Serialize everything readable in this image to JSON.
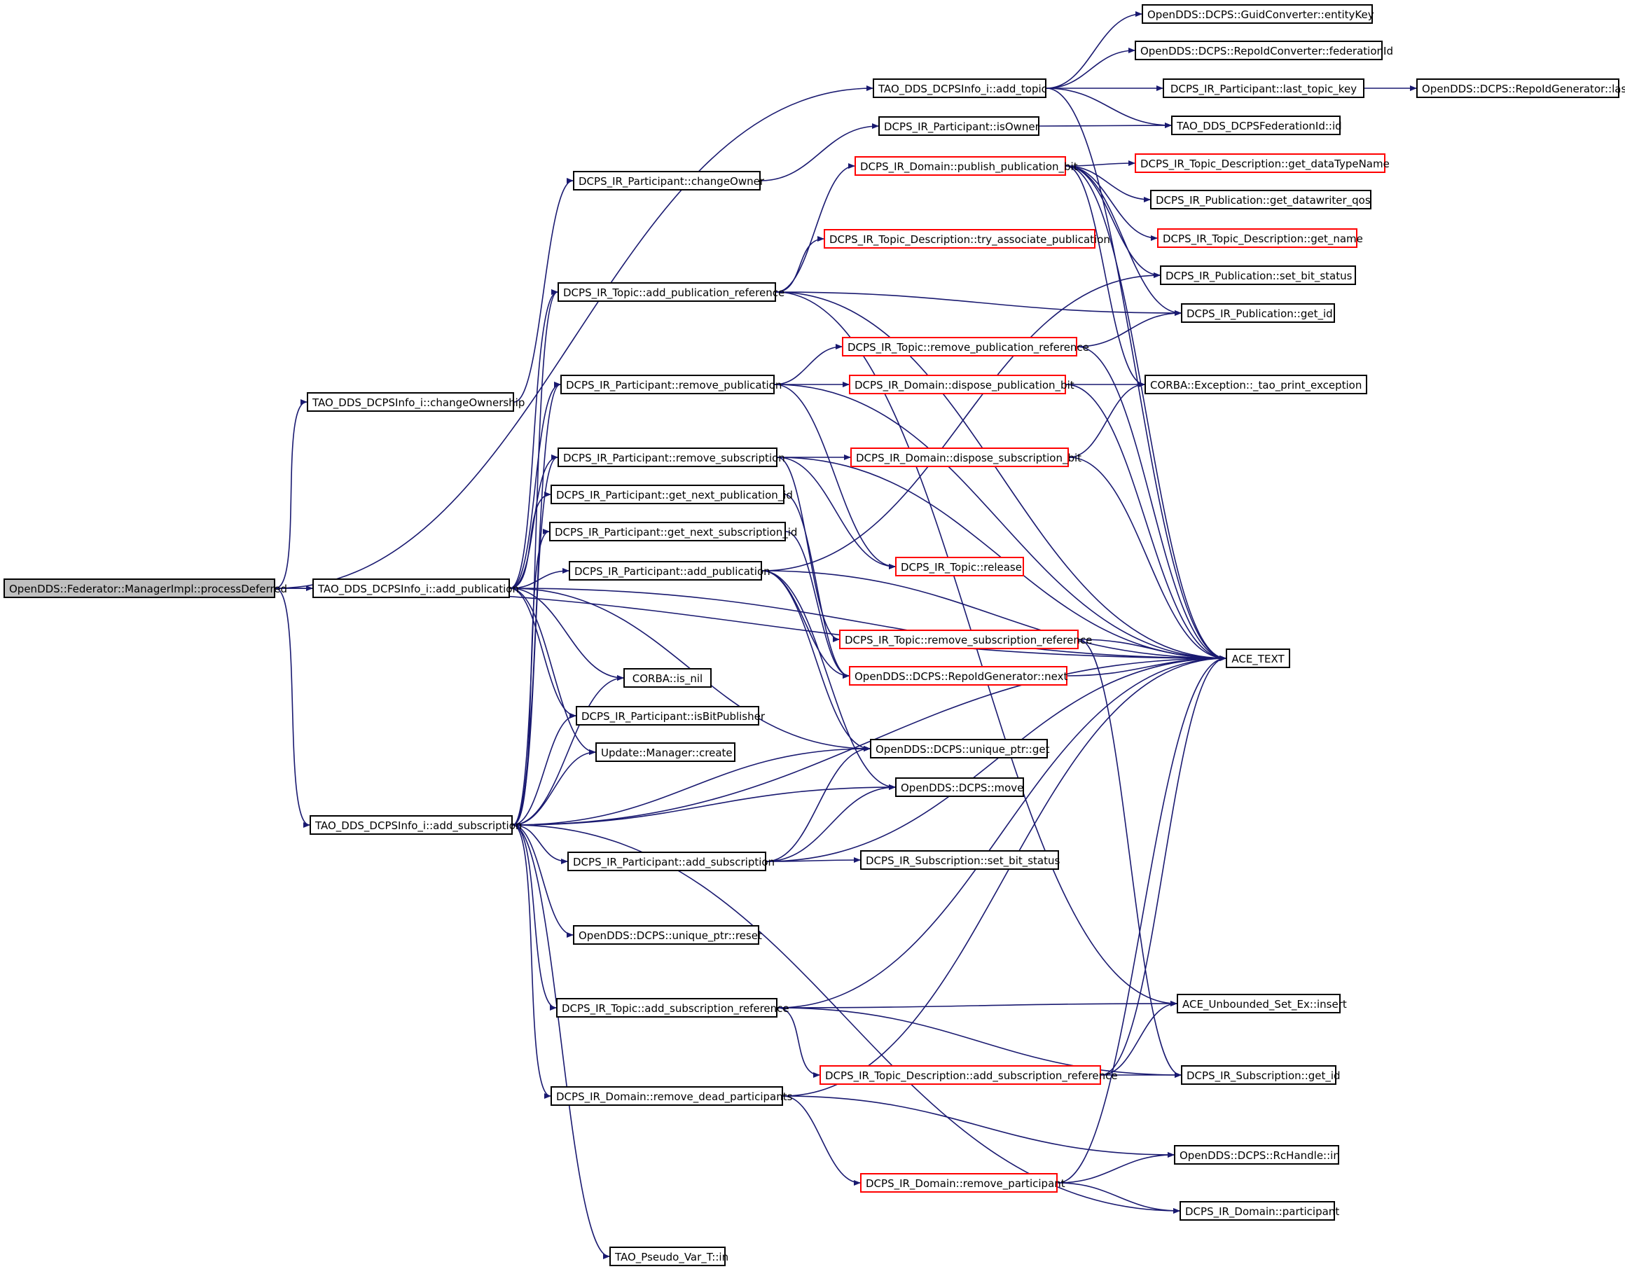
{
  "diagram": {
    "colors": {
      "edge": "#191970",
      "border": "#000000",
      "incomplete_border": "#ff0000",
      "root_fill": "#bfbfbf"
    },
    "nodes": {
      "root": {
        "label": "OpenDDS::Federator::ManagerImpl::processDeferred",
        "style": "root"
      },
      "add_topic": {
        "label": "TAO_DDS_DCPSInfo_i::add_topic",
        "style": "normal"
      },
      "change_ownership": {
        "label": "TAO_DDS_DCPSInfo_i::changeOwnership",
        "style": "normal"
      },
      "info_add_publication": {
        "label": "TAO_DDS_DCPSInfo_i::add_publication",
        "style": "normal"
      },
      "info_add_subscription": {
        "label": "TAO_DDS_DCPSInfo_i::add_subscription",
        "style": "normal"
      },
      "entity_key": {
        "label": "OpenDDS::DCPS::GuidConverter::entityKey",
        "style": "normal"
      },
      "federation_id": {
        "label": "OpenDDS::DCPS::RepoIdConverter::federationId",
        "style": "normal"
      },
      "last_topic_key": {
        "label": "DCPS_IR_Participant::last_topic_key",
        "style": "normal"
      },
      "generator_last": {
        "label": "OpenDDS::DCPS::RepoIdGenerator::last",
        "style": "normal"
      },
      "fed_id": {
        "label": "TAO_DDS_DCPSFederationId::id",
        "style": "normal"
      },
      "is_owner": {
        "label": "DCPS_IR_Participant::isOwner",
        "style": "normal"
      },
      "change_owner": {
        "label": "DCPS_IR_Participant::changeOwner",
        "style": "normal"
      },
      "publish_publication_bit": {
        "label": "DCPS_IR_Domain::publish_publication_bit",
        "style": "incomplete"
      },
      "get_data_type_name": {
        "label": "DCPS_IR_Topic_Description::get_dataTypeName",
        "style": "incomplete"
      },
      "get_datawriter_qos": {
        "label": "DCPS_IR_Publication::get_datawriter_qos",
        "style": "normal"
      },
      "get_name": {
        "label": "DCPS_IR_Topic_Description::get_name",
        "style": "incomplete"
      },
      "try_associate_publication": {
        "label": "DCPS_IR_Topic_Description::try_associate_publication",
        "style": "incomplete"
      },
      "add_publication_reference": {
        "label": "DCPS_IR_Topic::add_publication_reference",
        "style": "normal"
      },
      "pub_set_bit_status": {
        "label": "DCPS_IR_Publication::set_bit_status",
        "style": "normal"
      },
      "pub_get_id": {
        "label": "DCPS_IR_Publication::get_id",
        "style": "normal"
      },
      "remove_publication_reference": {
        "label": "DCPS_IR_Topic::remove_publication_reference",
        "style": "incomplete"
      },
      "remove_publication": {
        "label": "DCPS_IR_Participant::remove_publication",
        "style": "normal"
      },
      "dispose_publication_bit": {
        "label": "DCPS_IR_Domain::dispose_publication_bit",
        "style": "incomplete"
      },
      "tao_print_exception": {
        "label": "CORBA::Exception::_tao_print_exception",
        "style": "normal"
      },
      "remove_subscription": {
        "label": "DCPS_IR_Participant::remove_subscription",
        "style": "normal"
      },
      "dispose_subscription_bit": {
        "label": "DCPS_IR_Domain::dispose_subscription_bit",
        "style": "incomplete"
      },
      "get_next_publication_id": {
        "label": "DCPS_IR_Participant::get_next_publication_id",
        "style": "normal"
      },
      "get_next_subscription_id": {
        "label": "DCPS_IR_Participant::get_next_subscription_id",
        "style": "normal"
      },
      "topic_release": {
        "label": "DCPS_IR_Topic::release",
        "style": "incomplete"
      },
      "part_add_publication": {
        "label": "DCPS_IR_Participant::add_publication",
        "style": "normal"
      },
      "remove_subscription_reference": {
        "label": "DCPS_IR_Topic::remove_subscription_reference",
        "style": "incomplete"
      },
      "ace_text": {
        "label": "ACE_TEXT",
        "style": "normal"
      },
      "generator_next": {
        "label": "OpenDDS::DCPS::RepoIdGenerator::next",
        "style": "incomplete"
      },
      "is_nil": {
        "label": "CORBA::is_nil",
        "style": "normal"
      },
      "is_bit_publisher": {
        "label": "DCPS_IR_Participant::isBitPublisher",
        "style": "normal"
      },
      "manager_create": {
        "label": "Update::Manager::create",
        "style": "normal"
      },
      "unique_ptr_get": {
        "label": "OpenDDS::DCPS::unique_ptr::get",
        "style": "normal"
      },
      "dcps_move": {
        "label": "OpenDDS::DCPS::move",
        "style": "normal"
      },
      "part_add_subscription": {
        "label": "DCPS_IR_Participant::add_subscription",
        "style": "normal"
      },
      "sub_set_bit_status": {
        "label": "DCPS_IR_Subscription::set_bit_status",
        "style": "normal"
      },
      "unique_ptr_reset": {
        "label": "OpenDDS::DCPS::unique_ptr::reset",
        "style": "normal"
      },
      "topic_add_subscription_reference": {
        "label": "DCPS_IR_Topic::add_subscription_reference",
        "style": "normal"
      },
      "set_insert": {
        "label": "ACE_Unbounded_Set_Ex::insert",
        "style": "normal"
      },
      "desc_add_subscription_reference": {
        "label": "DCPS_IR_Topic_Description::add_subscription_reference",
        "style": "incomplete"
      },
      "sub_get_id": {
        "label": "DCPS_IR_Subscription::get_id",
        "style": "normal"
      },
      "remove_dead_participants": {
        "label": "DCPS_IR_Domain::remove_dead_participants",
        "style": "normal"
      },
      "rchandle_in": {
        "label": "OpenDDS::DCPS::RcHandle::in",
        "style": "normal"
      },
      "remove_participant": {
        "label": "DCPS_IR_Domain::remove_participant",
        "style": "incomplete"
      },
      "domain_participant": {
        "label": "DCPS_IR_Domain::participant",
        "style": "normal"
      },
      "pseudo_var_in": {
        "label": "TAO_Pseudo_Var_T::in",
        "style": "normal"
      }
    },
    "edges": [
      [
        "root",
        "add_topic"
      ],
      [
        "root",
        "change_ownership"
      ],
      [
        "root",
        "info_add_publication"
      ],
      [
        "root",
        "info_add_subscription"
      ],
      [
        "root",
        "ace_text"
      ],
      [
        "add_topic",
        "entity_key"
      ],
      [
        "add_topic",
        "federation_id"
      ],
      [
        "add_topic",
        "last_topic_key"
      ],
      [
        "add_topic",
        "fed_id"
      ],
      [
        "add_topic",
        "ace_text"
      ],
      [
        "last_topic_key",
        "generator_last"
      ],
      [
        "change_ownership",
        "change_owner"
      ],
      [
        "change_owner",
        "is_owner"
      ],
      [
        "is_owner",
        "fed_id"
      ],
      [
        "info_add_publication",
        "add_publication_reference"
      ],
      [
        "info_add_publication",
        "remove_publication"
      ],
      [
        "info_add_publication",
        "remove_subscription"
      ],
      [
        "info_add_publication",
        "get_next_publication_id"
      ],
      [
        "info_add_publication",
        "part_add_publication"
      ],
      [
        "info_add_publication",
        "is_nil"
      ],
      [
        "info_add_publication",
        "is_bit_publisher"
      ],
      [
        "info_add_publication",
        "manager_create"
      ],
      [
        "info_add_publication",
        "unique_ptr_get"
      ],
      [
        "info_add_publication",
        "ace_text"
      ],
      [
        "add_publication_reference",
        "publish_publication_bit"
      ],
      [
        "add_publication_reference",
        "try_associate_publication"
      ],
      [
        "add_publication_reference",
        "pub_get_id"
      ],
      [
        "add_publication_reference",
        "ace_text"
      ],
      [
        "add_publication_reference",
        "set_insert"
      ],
      [
        "publish_publication_bit",
        "get_data_type_name"
      ],
      [
        "publish_publication_bit",
        "get_datawriter_qos"
      ],
      [
        "publish_publication_bit",
        "get_name"
      ],
      [
        "publish_publication_bit",
        "pub_set_bit_status"
      ],
      [
        "publish_publication_bit",
        "pub_get_id"
      ],
      [
        "publish_publication_bit",
        "tao_print_exception"
      ],
      [
        "publish_publication_bit",
        "ace_text"
      ],
      [
        "remove_publication",
        "remove_publication_reference"
      ],
      [
        "remove_publication",
        "dispose_publication_bit"
      ],
      [
        "remove_publication",
        "topic_release"
      ],
      [
        "remove_publication",
        "ace_text"
      ],
      [
        "remove_publication_reference",
        "pub_get_id"
      ],
      [
        "remove_publication_reference",
        "ace_text"
      ],
      [
        "dispose_publication_bit",
        "tao_print_exception"
      ],
      [
        "dispose_publication_bit",
        "ace_text"
      ],
      [
        "remove_subscription",
        "dispose_subscription_bit"
      ],
      [
        "remove_subscription",
        "topic_release"
      ],
      [
        "remove_subscription",
        "remove_subscription_reference"
      ],
      [
        "remove_subscription",
        "ace_text"
      ],
      [
        "dispose_subscription_bit",
        "tao_print_exception"
      ],
      [
        "dispose_subscription_bit",
        "ace_text"
      ],
      [
        "get_next_publication_id",
        "generator_next"
      ],
      [
        "get_next_subscription_id",
        "generator_next"
      ],
      [
        "part_add_publication",
        "pub_set_bit_status"
      ],
      [
        "part_add_publication",
        "unique_ptr_get"
      ],
      [
        "part_add_publication",
        "dcps_move"
      ],
      [
        "part_add_publication",
        "generator_next"
      ],
      [
        "part_add_publication",
        "ace_text"
      ],
      [
        "remove_subscription_reference",
        "ace_text"
      ],
      [
        "remove_subscription_reference",
        "sub_get_id"
      ],
      [
        "generator_next",
        "ace_text"
      ],
      [
        "info_add_subscription",
        "add_publication_reference"
      ],
      [
        "info_add_subscription",
        "remove_publication"
      ],
      [
        "info_add_subscription",
        "remove_subscription"
      ],
      [
        "info_add_subscription",
        "get_next_subscription_id"
      ],
      [
        "info_add_subscription",
        "is_nil"
      ],
      [
        "info_add_subscription",
        "is_bit_publisher"
      ],
      [
        "info_add_subscription",
        "manager_create"
      ],
      [
        "info_add_subscription",
        "unique_ptr_get"
      ],
      [
        "info_add_subscription",
        "dcps_move"
      ],
      [
        "info_add_subscription",
        "part_add_subscription"
      ],
      [
        "info_add_subscription",
        "ace_text"
      ],
      [
        "info_add_subscription",
        "unique_ptr_reset"
      ],
      [
        "info_add_subscription",
        "topic_add_subscription_reference"
      ],
      [
        "info_add_subscription",
        "remove_dead_participants"
      ],
      [
        "info_add_subscription",
        "domain_participant"
      ],
      [
        "info_add_subscription",
        "pseudo_var_in"
      ],
      [
        "part_add_subscription",
        "unique_ptr_get"
      ],
      [
        "part_add_subscription",
        "dcps_move"
      ],
      [
        "part_add_subscription",
        "sub_set_bit_status"
      ],
      [
        "part_add_subscription",
        "ace_text"
      ],
      [
        "topic_add_subscription_reference",
        "set_insert"
      ],
      [
        "topic_add_subscription_reference",
        "desc_add_subscription_reference"
      ],
      [
        "topic_add_subscription_reference",
        "sub_get_id"
      ],
      [
        "topic_add_subscription_reference",
        "ace_text"
      ],
      [
        "desc_add_subscription_reference",
        "set_insert"
      ],
      [
        "desc_add_subscription_reference",
        "sub_get_id"
      ],
      [
        "desc_add_subscription_reference",
        "ace_text"
      ],
      [
        "remove_dead_participants",
        "rchandle_in"
      ],
      [
        "remove_dead_participants",
        "remove_participant"
      ],
      [
        "remove_dead_participants",
        "ace_text"
      ],
      [
        "remove_participant",
        "rchandle_in"
      ],
      [
        "remove_participant",
        "domain_participant"
      ],
      [
        "remove_participant",
        "ace_text"
      ]
    ]
  }
}
